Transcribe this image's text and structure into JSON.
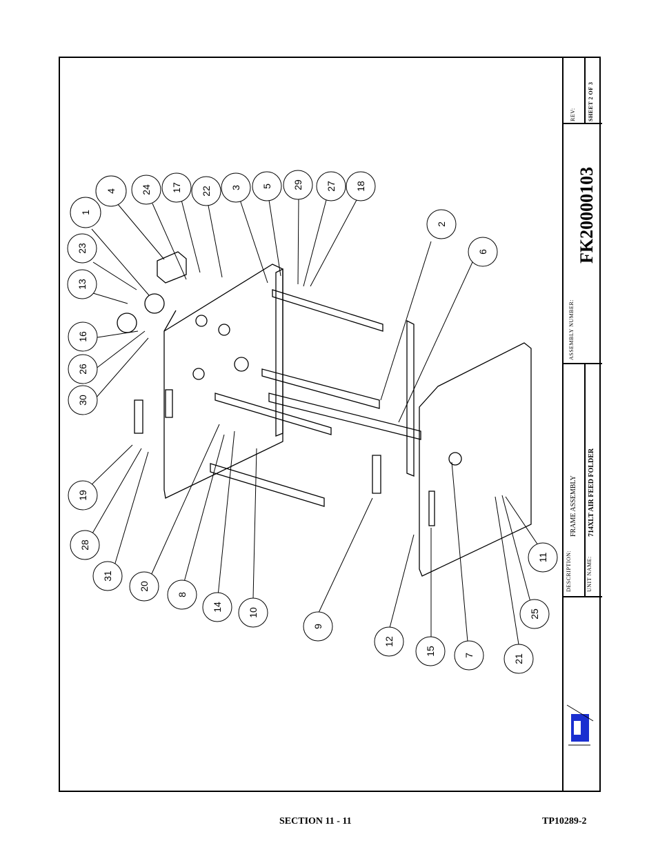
{
  "title_block": {
    "rev_label": "REV:",
    "sheet_label": "SHEET 2 OF 3",
    "assembly_number_label": "ASSEMBLY NUMBER:",
    "assembly_number": "FK20000103",
    "description_label": "DESCRIPTION:",
    "description": "FRAME ASSEMBLY",
    "unit_name_label": "UNIT NAME:",
    "unit_name": "714XLT AIR FEED FOLDER"
  },
  "callouts": [
    "1",
    "2",
    "3",
    "4",
    "5",
    "6",
    "7",
    "8",
    "9",
    "10",
    "11",
    "12",
    "13",
    "14",
    "15",
    "16",
    "17",
    "18",
    "19",
    "20",
    "21",
    "22",
    "23",
    "24",
    "25",
    "26",
    "27",
    "28",
    "29",
    "30",
    "31"
  ],
  "footer": {
    "section": "SECTION 11 -  11",
    "doc_number": "TP10289-2"
  }
}
